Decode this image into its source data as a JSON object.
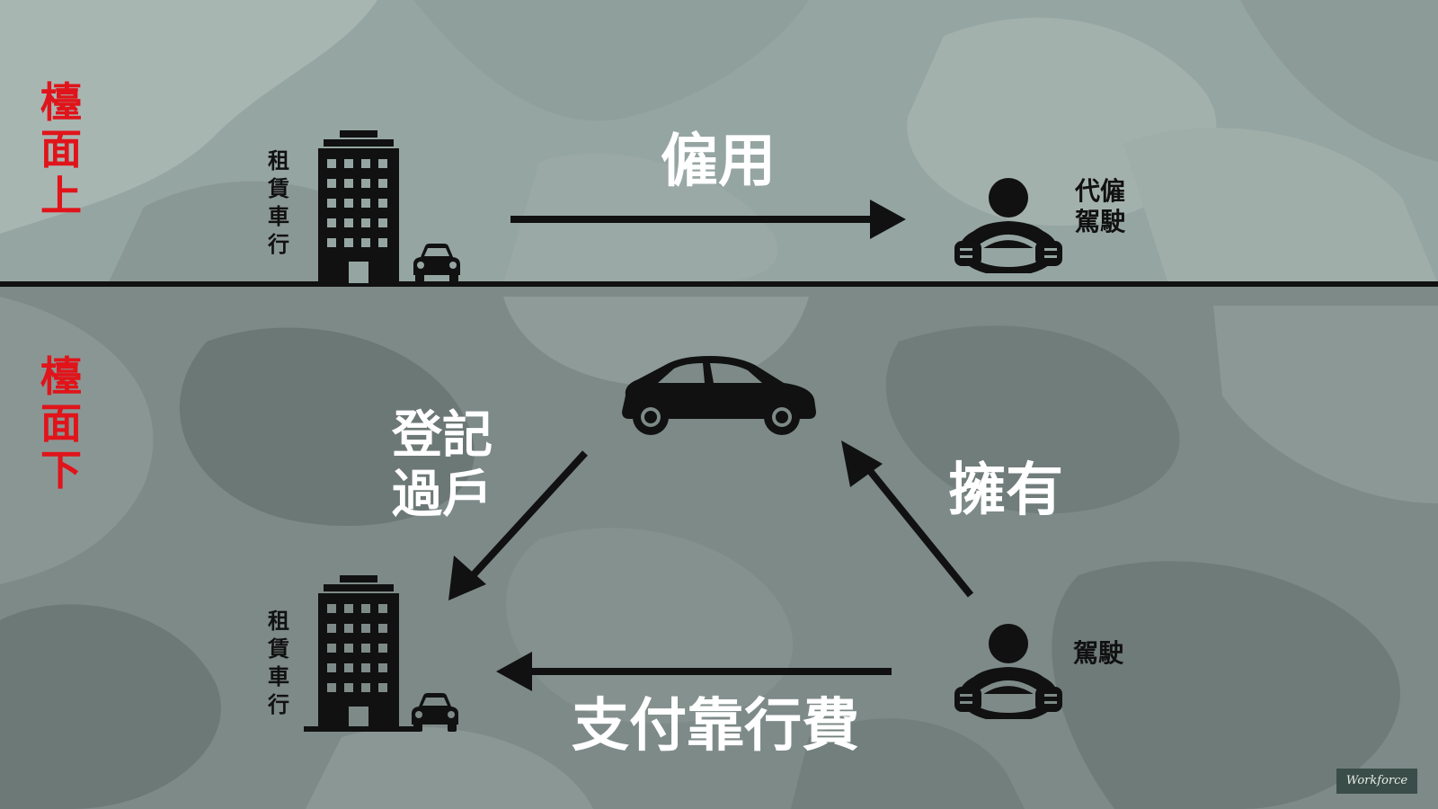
{
  "labels": {
    "surface_above": [
      "檯",
      "面",
      "上"
    ],
    "surface_below": [
      "檯",
      "面",
      "下"
    ],
    "rental_company_top": [
      "租",
      "賃",
      "車",
      "行"
    ],
    "rental_company_bottom": [
      "租",
      "賃",
      "車",
      "行"
    ],
    "hire": "僱用",
    "hired_driver_line1": "代僱",
    "hired_driver_line2": "駕駛",
    "register_line1": "登記",
    "register_line2": "過戶",
    "own": "擁有",
    "driver": "駕駛",
    "pay_fee": "支付靠行費",
    "logo": "Workforce"
  },
  "icons": [
    "building-icon",
    "small-car-icon",
    "driver-icon",
    "car-icon",
    "arrow-icon"
  ],
  "colors": {
    "accent_red": "#e0141a",
    "text_white": "#ffffff",
    "icon_black": "#111111"
  }
}
